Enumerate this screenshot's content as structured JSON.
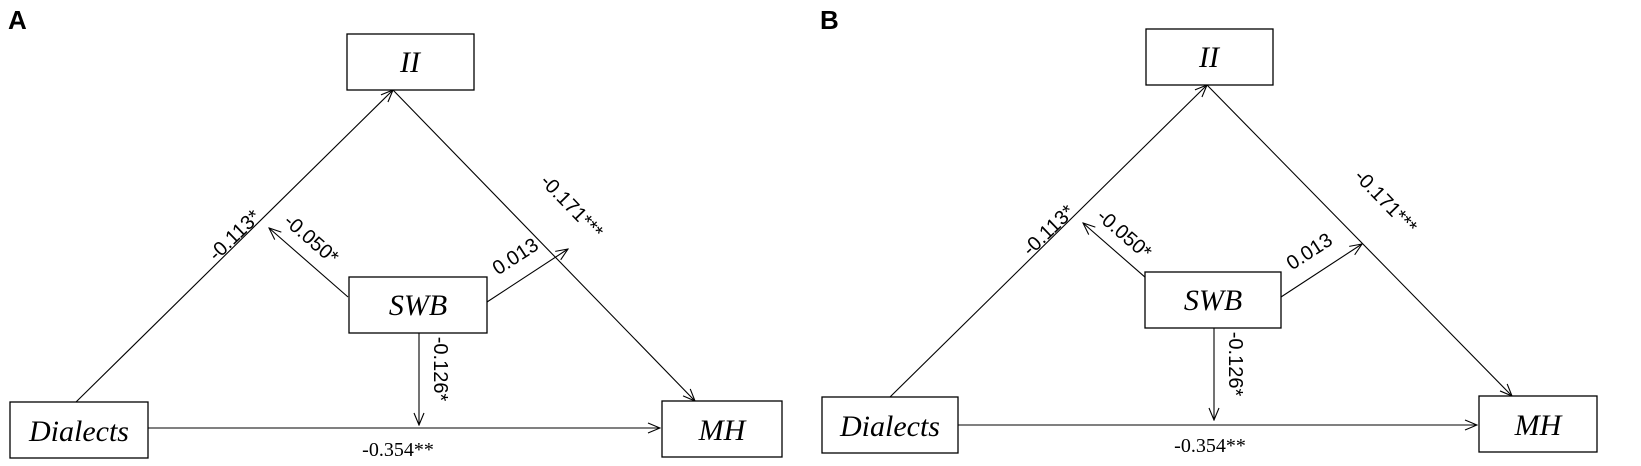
{
  "panels": [
    {
      "label": "A",
      "nodes": {
        "ii": "II",
        "swb": "SWB",
        "dialects": "Dialects",
        "mh": "MH"
      },
      "edges": {
        "dialects_to_ii": "-0.113*",
        "ii_to_mh": "-0.171***",
        "swb_to_dialects_ii": "-0.050*",
        "swb_to_ii_mh": "0.013",
        "swb_to_dialects_mh": "-0.126*",
        "dialects_to_mh": "-0.354**"
      }
    },
    {
      "label": "B",
      "nodes": {
        "ii": "II",
        "swb": "SWB",
        "dialects": "Dialects",
        "mh": "MH"
      },
      "edges": {
        "dialects_to_ii": "-0.113*",
        "ii_to_mh": "-0.171***",
        "swb_to_dialects_ii": "-0.050*",
        "swb_to_ii_mh": "0.013",
        "swb_to_dialects_mh": "-0.126*",
        "dialects_to_mh": "-0.354**"
      }
    }
  ]
}
